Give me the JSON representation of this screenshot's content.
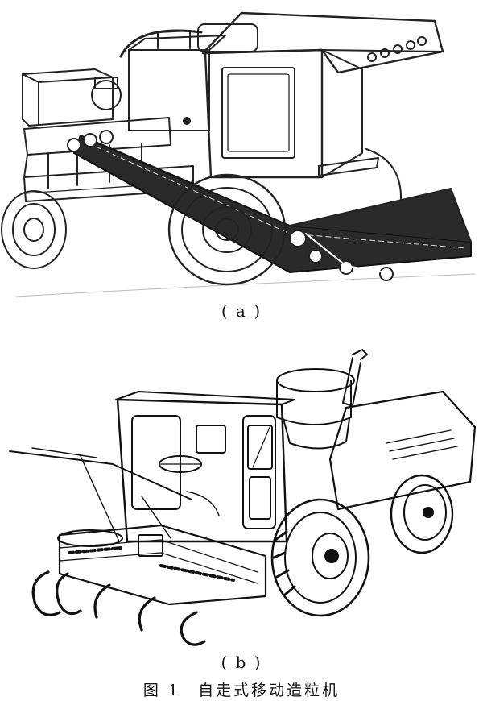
{
  "figure": {
    "caption_number": "图 1",
    "caption_title": "自走式移动造粒机",
    "subfigures": [
      {
        "label": "( a )"
      },
      {
        "label": "( b )"
      }
    ]
  }
}
